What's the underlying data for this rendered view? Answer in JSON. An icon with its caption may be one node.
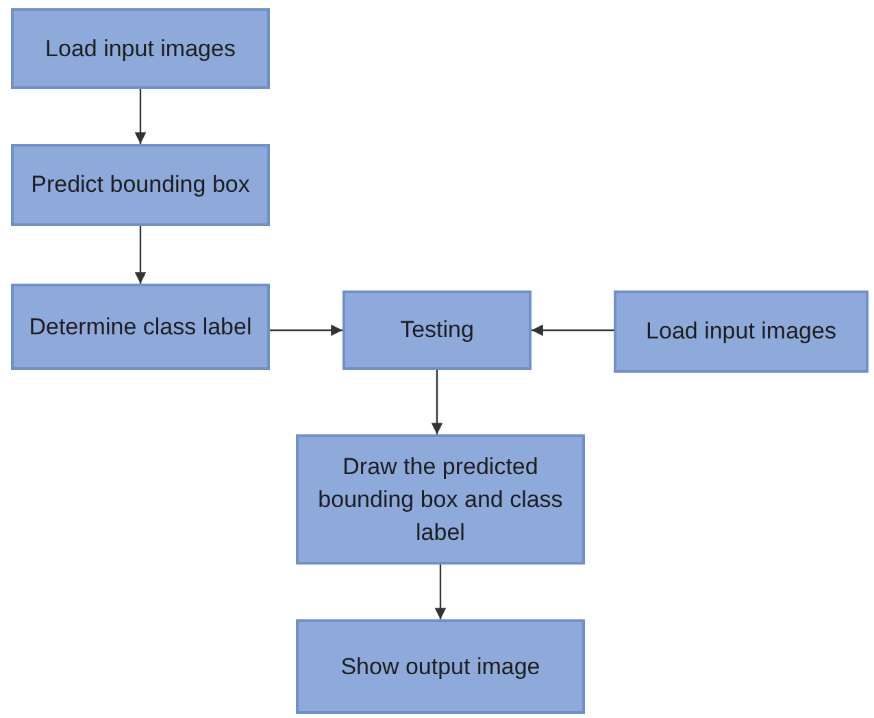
{
  "diagram": {
    "nodes": [
      {
        "text": [
          "Load input images"
        ]
      },
      {
        "text": [
          "Predict bounding box"
        ]
      },
      {
        "text": [
          "Determine class label"
        ]
      },
      {
        "text": [
          "Testing"
        ]
      },
      {
        "text": [
          "Load input images"
        ]
      },
      {
        "text": [
          "Draw the predicted bounding box and class label"
        ]
      },
      {
        "text": [
          "Show output image"
        ]
      }
    ],
    "edges": [
      {
        "from": 0,
        "to": 1,
        "arrow": "to"
      },
      {
        "from": 1,
        "to": 2,
        "arrow": "to"
      },
      {
        "from": 2,
        "to": 3,
        "arrow": "to"
      },
      {
        "from": 4,
        "to": 3,
        "arrow": "to"
      },
      {
        "from": 3,
        "to": 5,
        "arrow": "to"
      },
      {
        "from": 5,
        "to": 6,
        "arrow": "to"
      }
    ]
  }
}
